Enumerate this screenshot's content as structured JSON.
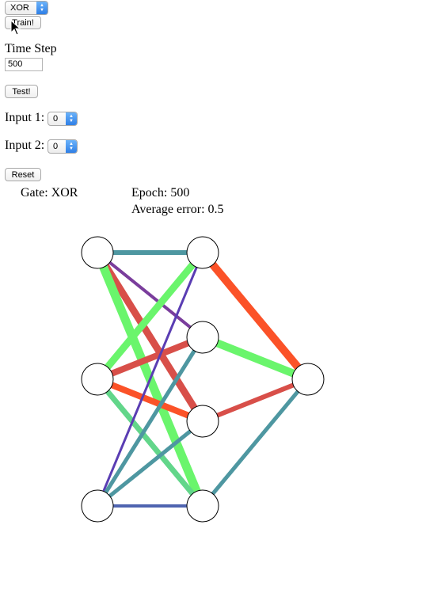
{
  "controls": {
    "gate_select": {
      "value": "XOR"
    },
    "train_label": "Train!",
    "time_step_label": "Time Step",
    "time_step_value": "500",
    "test_label": "Test!",
    "input1_label": "Input 1:",
    "input1_value": "0",
    "input2_label": "Input 2:",
    "input2_value": "0",
    "reset_label": "Reset"
  },
  "status": {
    "gate": "Gate: XOR",
    "epoch": "Epoch: 500",
    "avg_error": "Average error: 0.5"
  },
  "colors": {
    "teal": "#4e97a1",
    "green": "#6af56c",
    "purple": "#7a3d9c",
    "red": "#d84f49",
    "orange": "#fb5228",
    "indigo": "#5a3db3",
    "blue": "#4f64b0",
    "mint": "#62d68a"
  },
  "network": {
    "nodes": [
      {
        "id": "i1"
      },
      {
        "id": "i2"
      },
      {
        "id": "i3"
      },
      {
        "id": "h1"
      },
      {
        "id": "h2"
      },
      {
        "id": "h3"
      },
      {
        "id": "h4"
      },
      {
        "id": "o1"
      }
    ],
    "edges": [
      {
        "from": "i1",
        "to": "h1",
        "color": "teal"
      },
      {
        "from": "i1",
        "to": "h2",
        "color": "purple"
      },
      {
        "from": "i1",
        "to": "h3",
        "color": "red"
      },
      {
        "from": "i1",
        "to": "h4",
        "color": "green"
      },
      {
        "from": "i2",
        "to": "h1",
        "color": "green"
      },
      {
        "from": "i2",
        "to": "h2",
        "color": "red"
      },
      {
        "from": "i2",
        "to": "h3",
        "color": "orange"
      },
      {
        "from": "i2",
        "to": "h4",
        "color": "mint"
      },
      {
        "from": "i3",
        "to": "h1",
        "color": "indigo"
      },
      {
        "from": "i3",
        "to": "h2",
        "color": "teal"
      },
      {
        "from": "i3",
        "to": "h3",
        "color": "teal"
      },
      {
        "from": "i3",
        "to": "h4",
        "color": "blue"
      },
      {
        "from": "h1",
        "to": "o1",
        "color": "orange"
      },
      {
        "from": "h2",
        "to": "o1",
        "color": "green"
      },
      {
        "from": "h3",
        "to": "o1",
        "color": "red"
      },
      {
        "from": "h4",
        "to": "o1",
        "color": "teal"
      }
    ]
  }
}
